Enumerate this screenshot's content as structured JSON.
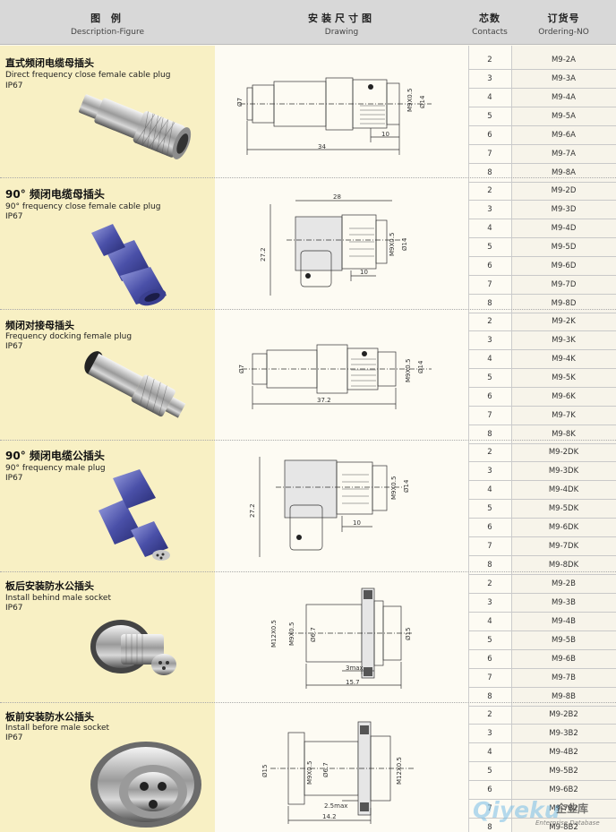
{
  "header": {
    "figure_zh": "图 例",
    "figure_en": "Description-Figure",
    "drawing_zh": "安装尺寸图",
    "drawing_en": "Drawing",
    "contacts_zh": "芯数",
    "contacts_en": "Contacts",
    "ordering_zh": "订货号",
    "ordering_en": "Ordering-NO"
  },
  "sections": [
    {
      "title_zh": "直式频闭电缆母插头",
      "title_en": "Direct frequency close female cable plug",
      "ip": "IP67",
      "dims": [
        "Ø7",
        "M9X0.5",
        "Ø14",
        "10",
        "34"
      ],
      "rows": [
        {
          "contacts": "2",
          "order": "M9-2A"
        },
        {
          "contacts": "3",
          "order": "M9-3A"
        },
        {
          "contacts": "4",
          "order": "M9-4A"
        },
        {
          "contacts": "5",
          "order": "M9-5A"
        },
        {
          "contacts": "6",
          "order": "M9-6A"
        },
        {
          "contacts": "7",
          "order": "M9-7A"
        },
        {
          "contacts": "8",
          "order": "M9-8A"
        }
      ]
    },
    {
      "title_zh": "90° 频闭电缆母插头",
      "title_en": "90°   frequency close female cable plug",
      "ip": "IP67",
      "dims": [
        "28",
        "27.2",
        "M9X0.5",
        "Ø14",
        "10"
      ],
      "rows": [
        {
          "contacts": "2",
          "order": "M9-2D"
        },
        {
          "contacts": "3",
          "order": "M9-3D"
        },
        {
          "contacts": "4",
          "order": "M9-4D"
        },
        {
          "contacts": "5",
          "order": "M9-5D"
        },
        {
          "contacts": "6",
          "order": "M9-6D"
        },
        {
          "contacts": "7",
          "order": "M9-7D"
        },
        {
          "contacts": "8",
          "order": "M9-8D"
        }
      ]
    },
    {
      "title_zh": "频闭对接母插头",
      "title_en": "Frequency docking female plug",
      "ip": "IP67",
      "dims": [
        "Ø7",
        "M9X0.5",
        "Ø14",
        "37.2"
      ],
      "rows": [
        {
          "contacts": "2",
          "order": "M9-2K"
        },
        {
          "contacts": "3",
          "order": "M9-3K"
        },
        {
          "contacts": "4",
          "order": "M9-4K"
        },
        {
          "contacts": "5",
          "order": "M9-5K"
        },
        {
          "contacts": "6",
          "order": "M9-6K"
        },
        {
          "contacts": "7",
          "order": "M9-7K"
        },
        {
          "contacts": "8",
          "order": "M9-8K"
        }
      ]
    },
    {
      "title_zh": "90° 频闭电缆公插头",
      "title_en": "90°   frequency male plug",
      "ip": "IP67",
      "dims": [
        "27.2",
        "M9X0.5",
        "Ø14",
        "10"
      ],
      "rows": [
        {
          "contacts": "2",
          "order": "M9-2DK"
        },
        {
          "contacts": "3",
          "order": "M9-3DK"
        },
        {
          "contacts": "4",
          "order": "M9-4DK"
        },
        {
          "contacts": "5",
          "order": "M9-5DK"
        },
        {
          "contacts": "6",
          "order": "M9-6DK"
        },
        {
          "contacts": "7",
          "order": "M9-7DK"
        },
        {
          "contacts": "8",
          "order": "M9-8DK"
        }
      ]
    },
    {
      "title_zh": "板后安装防水公插头",
      "title_en": "Install behind male socket",
      "ip": "IP67",
      "dims": [
        "M12X0.5",
        "M9X0.5",
        "Ø6.7",
        "Ø15",
        "3max",
        "15.7"
      ],
      "rows": [
        {
          "contacts": "2",
          "order": "M9-2B"
        },
        {
          "contacts": "3",
          "order": "M9-3B"
        },
        {
          "contacts": "4",
          "order": "M9-4B"
        },
        {
          "contacts": "5",
          "order": "M9-5B"
        },
        {
          "contacts": "6",
          "order": "M9-6B"
        },
        {
          "contacts": "7",
          "order": "M9-7B"
        },
        {
          "contacts": "8",
          "order": "M9-8B"
        }
      ]
    },
    {
      "title_zh": "板前安装防水公插头",
      "title_en": "Install before male socket",
      "ip": "IP67",
      "dims": [
        "Ø15",
        "M9X0.5",
        "Ø6.7",
        "M12X0.5",
        "2.5max",
        "14.2"
      ],
      "rows": [
        {
          "contacts": "2",
          "order": "M9-2B2"
        },
        {
          "contacts": "3",
          "order": "M9-3B2"
        },
        {
          "contacts": "4",
          "order": "M9-4B2"
        },
        {
          "contacts": "5",
          "order": "M9-5B2"
        },
        {
          "contacts": "6",
          "order": "M9-6B2"
        },
        {
          "contacts": "7",
          "order": "M9-7B2"
        },
        {
          "contacts": "8",
          "order": "M9-8B2"
        }
      ]
    }
  ],
  "watermark": {
    "brand": "Qiyeku",
    "brand_cn": "企业库",
    "tagline": "Enterprise Database"
  }
}
